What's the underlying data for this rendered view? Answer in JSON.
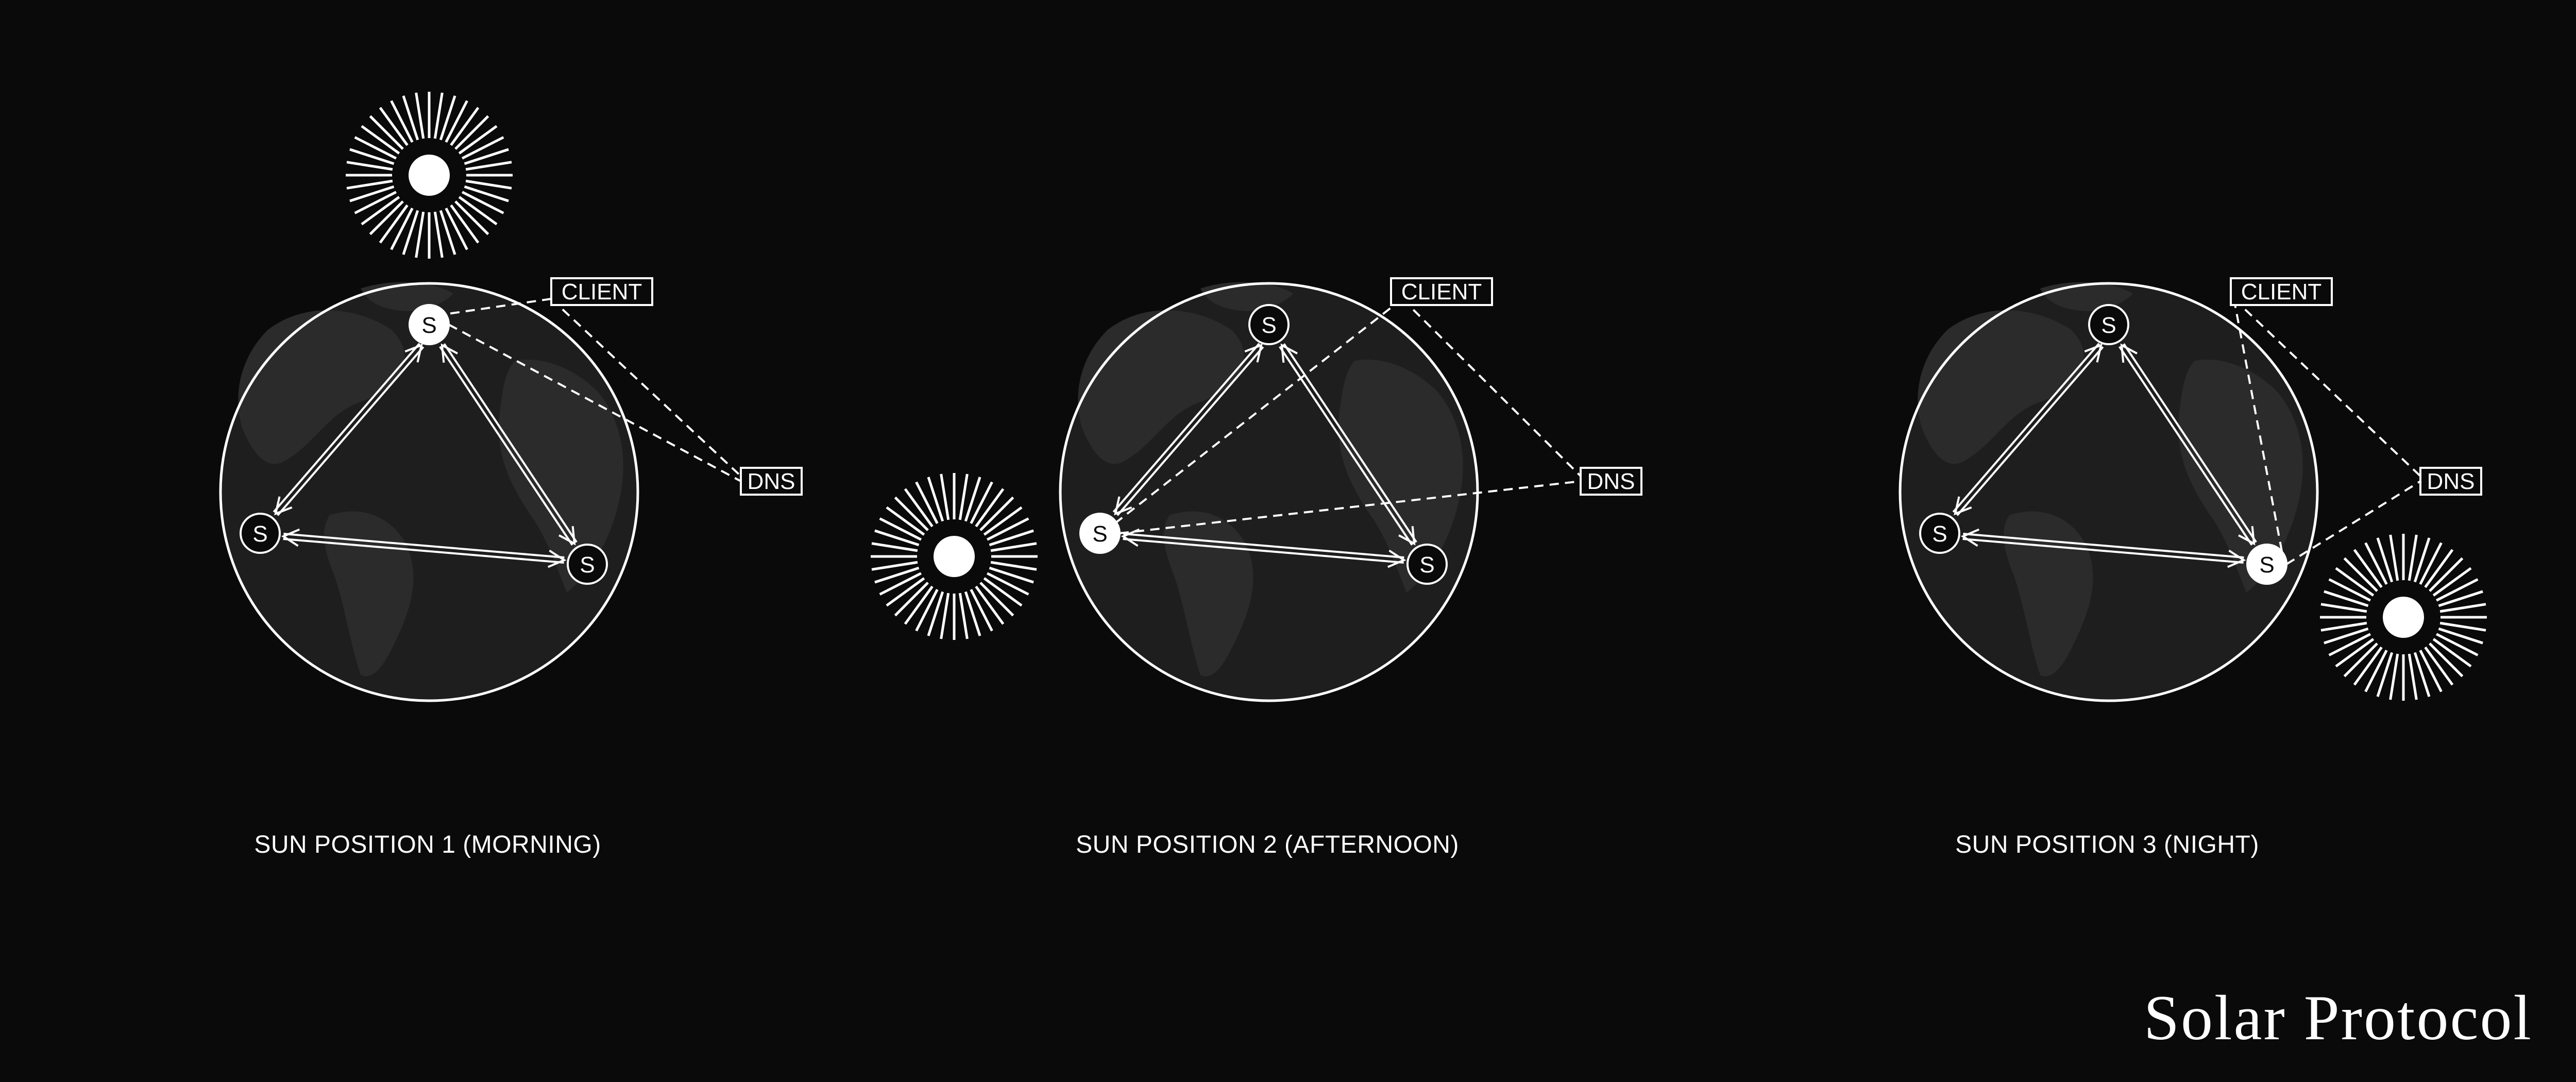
{
  "colors": {
    "background": "#0a0a0a",
    "globe": "#1e1e1e",
    "land": "#2b2b2b",
    "line": "#ffffff"
  },
  "labels": {
    "server": "S",
    "client": "CLIENT",
    "dns": "DNS"
  },
  "panels": [
    {
      "id": "p1",
      "caption": "SUN POSITION 1 (MORNING)",
      "active_server": "top",
      "client_target": "top"
    },
    {
      "id": "p2",
      "caption": "SUN POSITION 2 (AFTERNOON)",
      "active_server": "left",
      "client_target": "left"
    },
    {
      "id": "p3",
      "caption": "SUN POSITION 3 (NIGHT)",
      "active_server": "right",
      "client_target": "right"
    }
  ],
  "brand": "Solar Protocol"
}
